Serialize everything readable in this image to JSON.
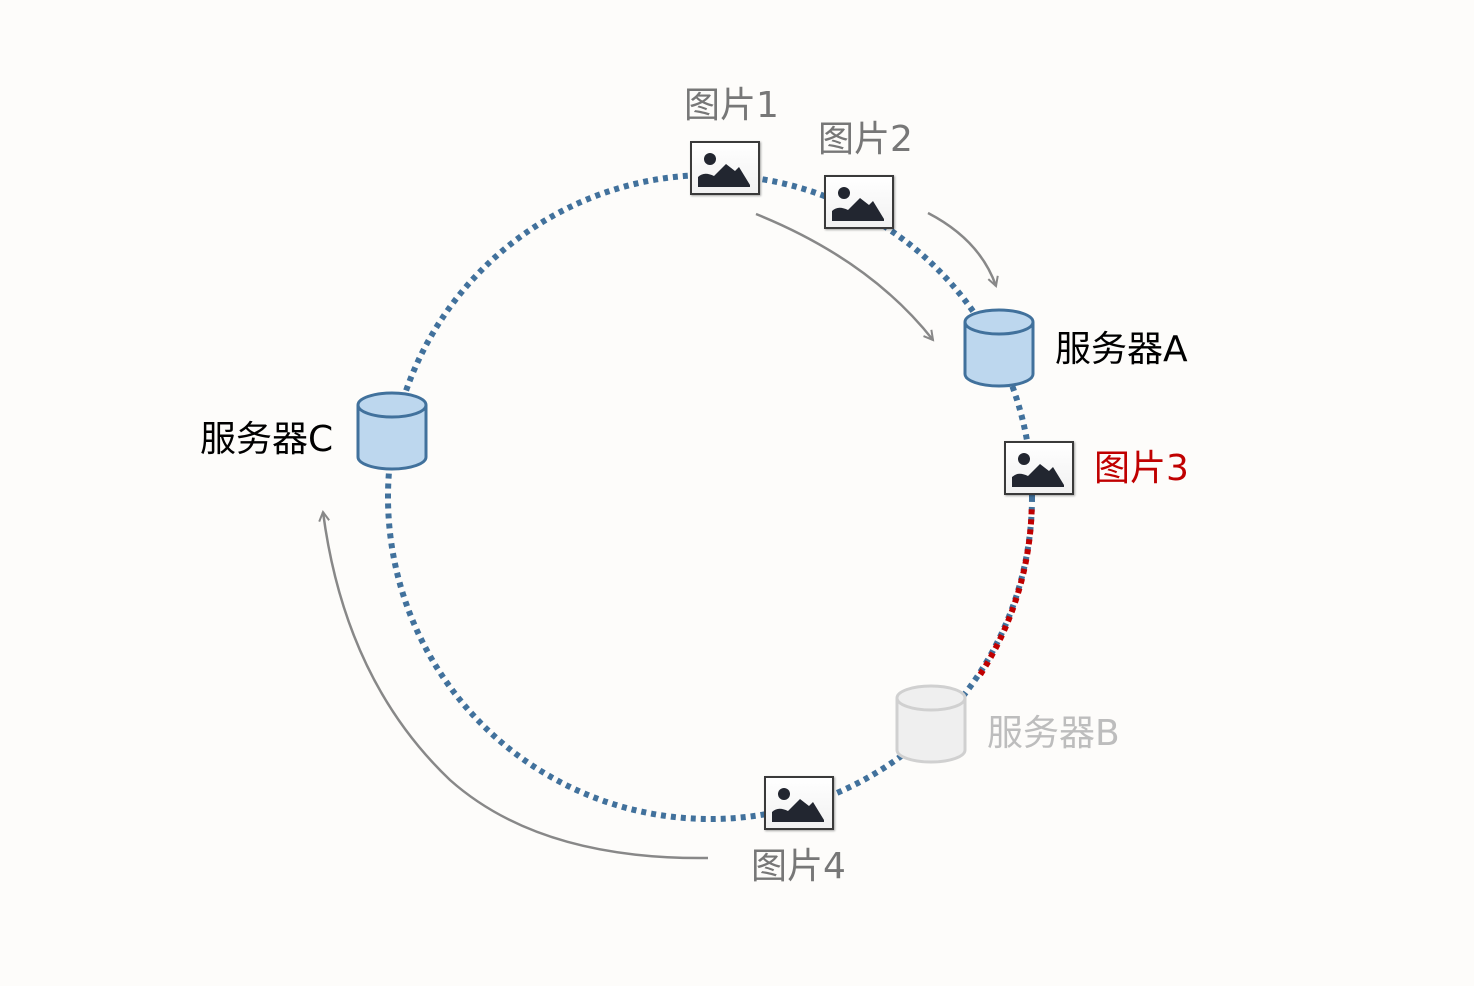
{
  "servers": {
    "a": {
      "label": "服务器A",
      "color": "#000000",
      "fill": "#bdd7ee",
      "stroke": "#41719c"
    },
    "b": {
      "label": "服务器B",
      "color": "#bdbdbd",
      "fill": "#efefef",
      "stroke": "#d0d0d0"
    },
    "c": {
      "label": "服务器C",
      "color": "#000000",
      "fill": "#bdd7ee",
      "stroke": "#41719c"
    }
  },
  "images": {
    "img1": {
      "label": "图片1",
      "color": "#777777"
    },
    "img2": {
      "label": "图片2",
      "color": "#777777"
    },
    "img3": {
      "label": "图片3",
      "color": "#c00000"
    },
    "img4": {
      "label": "图片4",
      "color": "#777777"
    }
  },
  "colors": {
    "ring": "#41719c",
    "ring_highlight": "#c00000",
    "arrow": "#888888",
    "icon_glyph": "#222630"
  },
  "icons": {
    "server": "database-cylinder-icon",
    "image": "image-picture-icon"
  }
}
